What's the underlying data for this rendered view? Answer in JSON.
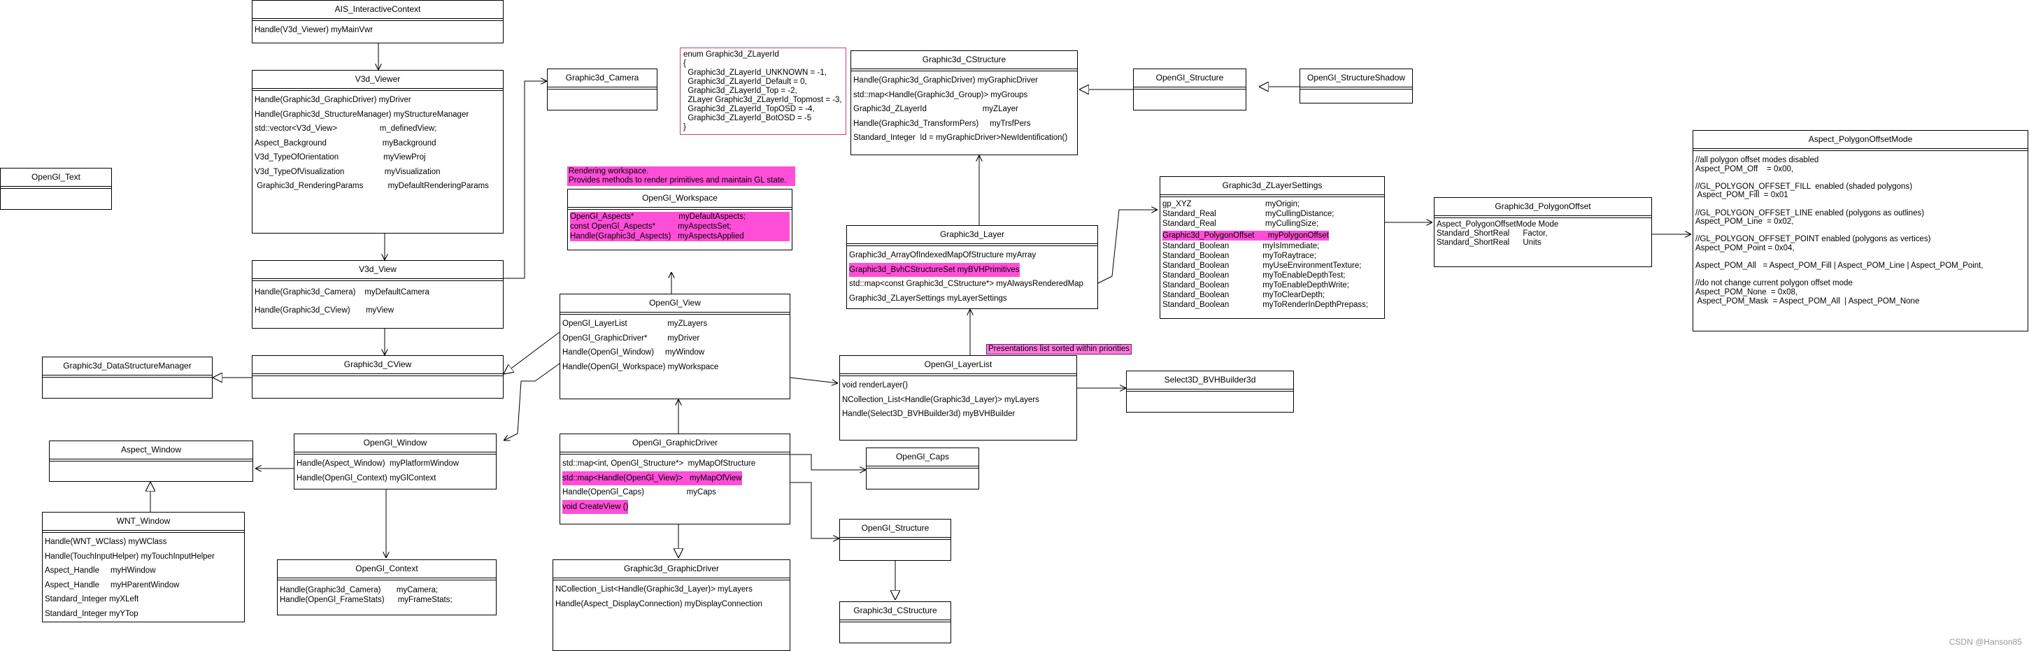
{
  "boxes": {
    "ais_context": {
      "title": "AIS_InteractiveContext",
      "rows": [
        "Handle(V3d_Viewer) myMainVwr"
      ]
    },
    "v3d_viewer": {
      "title": "V3d_Viewer",
      "rows": [
        "Handle(Graphic3d_GraphicDriver) myDriver",
        "Handle(Graphic3d_StructureManager) myStructureManager",
        "std::vector<V3d_View>                   m_definedView;",
        "Aspect_Background                         myBackground",
        "V3d_TypeOfOrientation                    myViewProj",
        "V3d_TypeOfVisualization                  myVisualization",
        " Graphic3d_RenderingParams           myDefaultRenderingParams"
      ]
    },
    "v3d_view": {
      "title": "V3d_View",
      "rows": [
        "Handle(Graphic3d_Camera)    myDefaultCamera",
        "Handle(Graphic3d_CView)       myView"
      ]
    },
    "graphic3d_cview": {
      "title": "Graphic3d_CView",
      "rows": [
        ""
      ]
    },
    "graphic3d_dsm": {
      "title": "Graphic3d_DataStructureManager",
      "rows": [
        ""
      ]
    },
    "opengl_text": {
      "title": "OpenGl_Text",
      "rows": [
        ""
      ]
    },
    "graphic3d_camera": {
      "title": "Graphic3d_Camera",
      "rows": [
        ""
      ]
    },
    "opengl_window": {
      "title": "OpenGl_Window",
      "rows": [
        "Handle(Aspect_Window)  myPlatformWindow",
        "Handle(OpenGl_Context) myGlContext"
      ]
    },
    "aspect_window": {
      "title": "Aspect_Window",
      "rows": [
        ""
      ]
    },
    "wnt_window": {
      "title": "WNT_Window",
      "rows": [
        "Handle(WNT_WClass) myWClass",
        "Handle(TouchInputHelper) myTouchInputHelper",
        "Aspect_Handle     myHWindow",
        "Aspect_Handle     myHParentWindow",
        "Standard_Integer myXLeft",
        "Standard_Integer myYTop"
      ]
    },
    "opengl_context": {
      "title": "OpenGl_Context",
      "rows": [
        "Handle(Graphic3d_Camera)       myCamera;",
        "Handle(OpenGl_FrameStats)      myFrameStats;"
      ]
    },
    "opengl_workspace": {
      "title": "OpenGl_Workspace",
      "rows": [
        "OpenGl_Aspects*                    myDefaultAspects;",
        "const OpenGl_Aspects*          myAspectsSet;",
        "Handle(Graphic3d_Aspects)   myAspectsApplied"
      ]
    },
    "opengl_view": {
      "title": "OpenGl_View",
      "rows": [
        "OpenGl_LayerList                  myZLayers",
        "OpenGl_GraphicDriver*         myDriver",
        "Handle(OpenGl_Window)     myWindow",
        "Handle(OpenGl_Workspace) myWorkspace"
      ]
    },
    "opengl_graphicdriver": {
      "title": "OpenGl_GraphicDriver",
      "rows": [
        "std::map<int, OpenGl_Structure*>  myMapOfStructure",
        "std::map<Handle(OpenGl_View)>   myMapOfView",
        "Handle(OpenGl_Caps)                   myCaps",
        "void CreateView ()"
      ]
    },
    "graphic3d_graphicdriver": {
      "title": "Graphic3d_GraphicDriver",
      "rows": [
        "NCollection_List<Handle(Graphic3d_Layer)> myLayers",
        "Handle(Aspect_DisplayConnection) myDisplayConnection"
      ]
    },
    "opengl_caps": {
      "title": "OpenGl_Caps",
      "rows": [
        ""
      ]
    },
    "opengl_structure_b": {
      "title": "OpenGl_Structure",
      "rows": [
        ""
      ]
    },
    "graphic3d_cstructure_b": {
      "title": "Graphic3d_CStructure",
      "rows": [
        ""
      ]
    },
    "graphic3d_cstructure": {
      "title": "Graphic3d_CStructure",
      "rows": [
        "Handle(Graphic3d_GraphicDriver) myGraphicDriver",
        "std::map<Handle(Graphic3d_Group)> myGroups",
        "Graphic3d_ZLayerId                         myZLayer",
        "Handle(Graphic3d_TransformPers)     myTrsfPers",
        "Standard_Integer  Id = myGraphicDriver>NewIdentification()"
      ]
    },
    "opengl_structure": {
      "title": "OpenGl_Structure",
      "rows": [
        ""
      ]
    },
    "opengl_structureshadow": {
      "title": "OpenGl_StructureShadow",
      "rows": [
        ""
      ]
    },
    "graphic3d_layer": {
      "title": "Graphic3d_Layer",
      "rows": [
        "Graphic3d_ArrayOfIndexedMapOfStructure myArray",
        "Graphic3d_BvhCStructureSet myBVHPrimitives",
        "std::map<const Graphic3d_CStructure*> myAlwaysRenderedMap",
        "Graphic3d_ZLayerSettings myLayerSettings"
      ]
    },
    "opengl_layerlist": {
      "title": "OpenGl_LayerList",
      "rows": [
        "void renderLayer()",
        "NCollection_List<Handle(Graphic3d_Layer)> myLayers",
        "Handle(Select3D_BVHBuilder3d) myBVHBuilder"
      ]
    },
    "select3d_bvh": {
      "title": "Select3D_BVHBuilder3d",
      "rows": [
        ""
      ]
    },
    "zlayer_settings": {
      "title": "Graphic3d_ZLayerSettings",
      "rows": [
        "gp_XYZ                                 myOrigin;",
        "Standard_Real                      myCullingDistance;",
        "Standard_Real                      myCullingSize;",
        "Graphic3d_PolygonOffset      myPolygonOffset",
        "Standard_Boolean               myIsImmediate;",
        "Standard_Boolean               myToRaytrace;",
        "Standard_Boolean               myUseEnvironmentTexture;",
        "Standard_Boolean               myToEnableDepthTest;",
        "Standard_Boolean               myToEnableDepthWrite;",
        "Standard_Boolean               myToClearDepth;",
        "Standard_Boolean               myToRenderInDepthPrepass;"
      ]
    },
    "polygon_offset": {
      "title": "Graphic3d_PolygonOffset",
      "rows": [
        "Aspect_PolygonOffsetMode Mode",
        "Standard_ShortReal      Factor,",
        "Standard_ShortReal      Units"
      ]
    },
    "aspect_pom": {
      "title": "Aspect_PolygonOffsetMode",
      "rows": [
        "//all polygon offset modes disabled",
        "Aspect_POM_Off    = 0x00,",
        "",
        "//GL_POLYGON_OFFSET_FILL  enabled (shaded polygons)",
        " Aspect_POM_Fill  = 0x01",
        "",
        "//GL_POLYGON_OFFSET_LINE enabled (polygons as outlines)",
        "Aspect_POM_Line  = 0x02,",
        "",
        "//GL_POLYGON_OFFSET_POINT enabled (polygons as vertices)",
        "Aspect_POM_Point = 0x04,",
        "",
        "Aspect_POM_All   = Aspect_POM_Fill | Aspect_POM_Line | Aspect_POM_Point,",
        "",
        "//do not change current polygon offset mode",
        "Aspect_POM_None  = 0x08,",
        " Aspect_POM_Mask  = Aspect_POM_All  | Aspect_POM_None"
      ]
    }
  },
  "enum_note": "enum Graphic3d_ZLayerId\n{\n  Graphic3d_ZLayerId_UNKNOWN = -1,\n  Graphic3d_ZLayerId_Default = 0,\n  Graphic3d_ZLayerId_Top = -2,\n  ZLayer Graphic3d_ZLayerId_Topmost = -3,\n  Graphic3d_ZLayerId_TopOSD = -4,\n  Graphic3d_ZLayerId_BotOSD = -5\n}",
  "workspace_note": "Rendering workspace.\nProvides methods to render primitives and maintain GL state.",
  "layerlist_note": "Presentations list sorted within priorities",
  "credit": "CSDN @Hanson85",
  "colors": {
    "highlight": "#ff4fd8",
    "line": "#000000",
    "enum_border": "#c0407c"
  }
}
